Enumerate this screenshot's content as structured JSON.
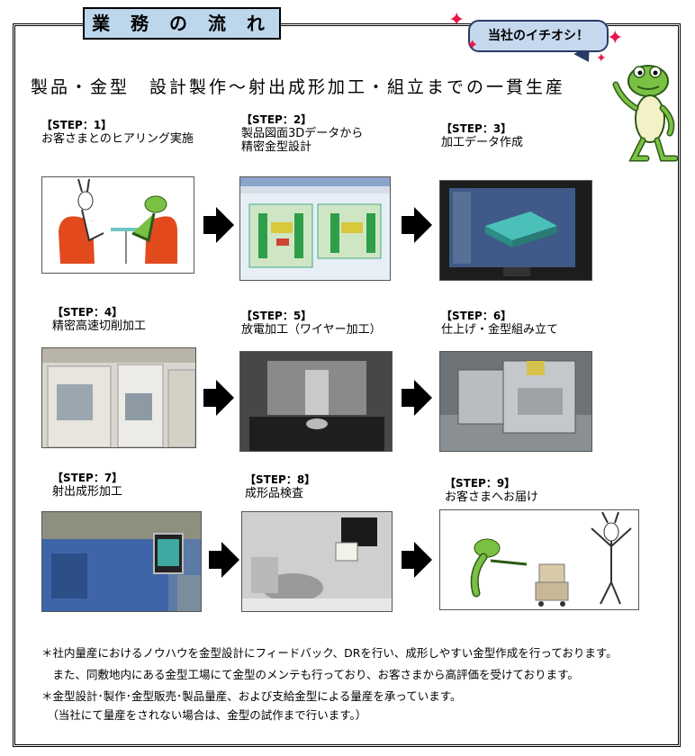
{
  "header": {
    "title": "業 務 の 流 れ",
    "badge": "当社のイチオシ！"
  },
  "headline": "製品・金型　設計製作～射出成形加工・組立までの一貫生産",
  "steps": [
    {
      "num": "【STEP：1】",
      "line1": "お客さまとのヒアリング実施",
      "line2": ""
    },
    {
      "num": "【STEP：2】",
      "line1": "製品図面3Dデータから",
      "line2": "精密金型設計"
    },
    {
      "num": "【STEP：3】",
      "line1": "加工データ作成",
      "line2": ""
    },
    {
      "num": "【STEP：4】",
      "line1": "精密高速切削加工",
      "line2": ""
    },
    {
      "num": "【STEP：5】",
      "line1": "放電加工（ワイヤー加工）",
      "line2": ""
    },
    {
      "num": "【STEP：6】",
      "line1": "仕上げ・金型組み立て",
      "line2": ""
    },
    {
      "num": "【STEP：7】",
      "line1": "射出成形加工",
      "line2": ""
    },
    {
      "num": "【STEP：8】",
      "line1": "成形品検査",
      "line2": ""
    },
    {
      "num": "【STEP：9】",
      "line1": "お客さまへお届け",
      "line2": ""
    }
  ],
  "notes": [
    "＊社内量産におけるノウハウを金型設計にフィードバック、DRを行い、成形しやすい金型作成を行っております。",
    "　また、同敷地内にある金型工場にて金型のメンテも行っており、お客さまから高評価を受けております。",
    "＊金型設計･製作･金型販売･製品量産、および支給金型による量産を承っています。",
    "　（当社にて量産をされない場合は、金型の試作まで行います。）"
  ],
  "colors": {
    "title_bg": "#bcd6ec",
    "badge_bg": "#c5d8ee",
    "sparkle": "#e8174a",
    "frog": "#7ac143"
  }
}
